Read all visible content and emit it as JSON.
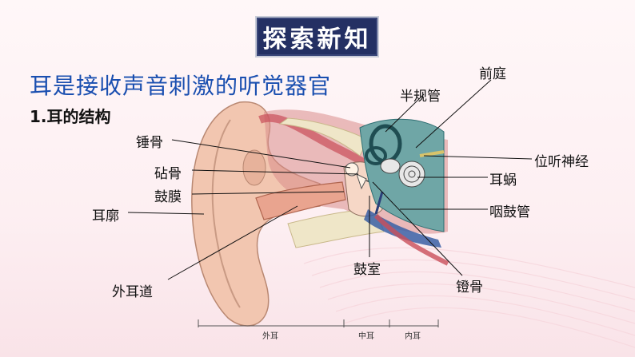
{
  "title": "探索新知",
  "subtitle": "耳是接收声音刺激的听觉器官",
  "section_heading": "1.耳的结构",
  "labels": {
    "qianting": "前庭",
    "banguiguan": "半规管",
    "chuigu": "锤骨",
    "weitingshenjing": "位听神经",
    "zhengu": "砧骨",
    "erwo": "耳蜗",
    "gumo": "鼓膜",
    "ergu_guan": "咽鼓管",
    "erkuo": "耳廓",
    "gushi": "鼓室",
    "waierdao": "外耳道",
    "denggu": "镫骨"
  },
  "scale": {
    "outer": "外耳",
    "middle": "中耳",
    "inner": "内耳"
  },
  "colors": {
    "title_bg": "#243063",
    "subtitle": "#1a4fb0",
    "ear_skin": "#f2c6b0",
    "canal": "#e9a48f",
    "muscle": "#c94f5a",
    "inner_teal": "#2e7f83",
    "bone": "#efe6c8"
  }
}
